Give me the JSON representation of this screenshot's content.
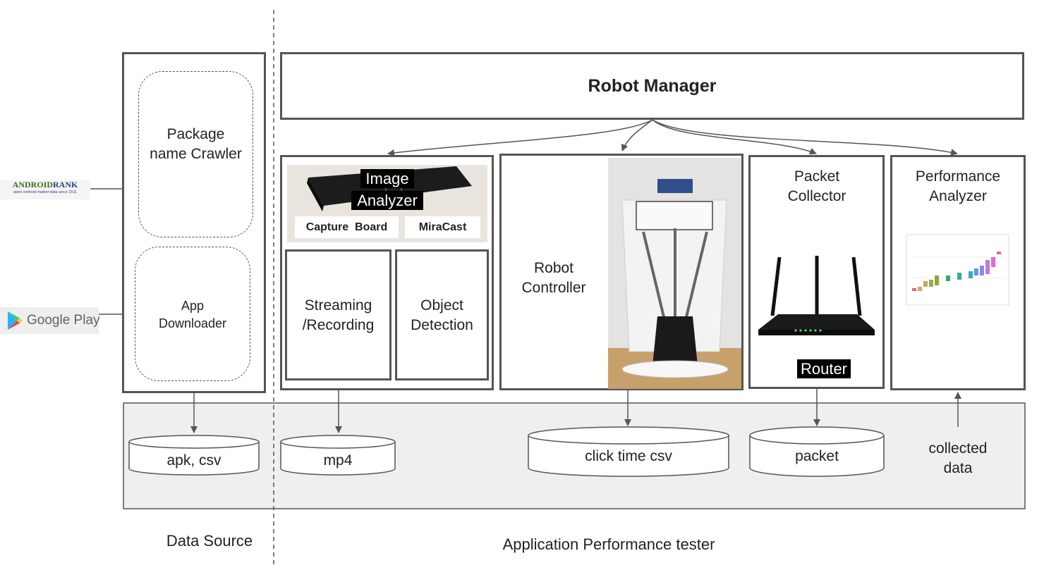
{
  "robot_manager": "Robot Manager",
  "data_source": {
    "caption": "Data Source",
    "crawler": "Package name Crawler",
    "downloader": "App Downloader",
    "androidrank_title_a": "ANDROID",
    "androidrank_title_b": "RANK",
    "androidrank_sub": "open android market data since 2011",
    "googleplay": "Google Play"
  },
  "image_analyzer": {
    "title_line1": "Image",
    "title_line2": "Analyzer",
    "capture_board": "Capture  Board",
    "miracast": "MiraCast",
    "streaming": "Streaming /Recording",
    "object_detection": "Object Detection"
  },
  "robot_controller": "Robot Controller",
  "packet_collector": {
    "title": "Packet Collector",
    "router": "Router"
  },
  "performance_analyzer": "Performance Analyzer",
  "storage": {
    "apk": "apk, csv",
    "mp4": "mp4",
    "click": "click time csv",
    "packet": "packet",
    "collected": "collected data"
  },
  "tester_caption": "Application Performance tester",
  "colors": {
    "border": "#555555",
    "storage_bg": "#efefef",
    "text": "#222222"
  },
  "icons": [
    "androidrank-logo-icon",
    "google-play-icon",
    "router-icon",
    "delta-robot-icon",
    "boxplot-chart-icon"
  ]
}
